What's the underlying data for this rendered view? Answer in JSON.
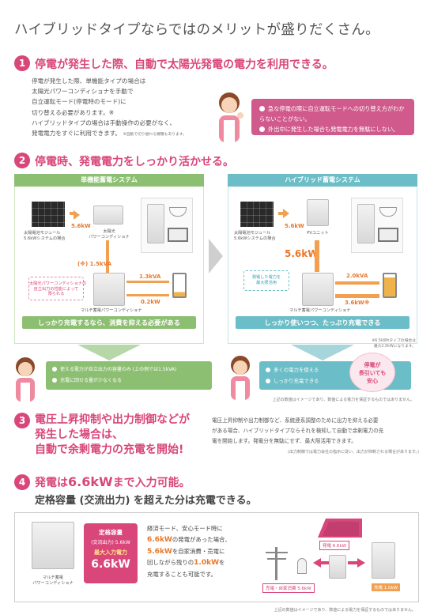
{
  "title": "ハイブリッドタイプならではのメリットが盛りだくさん。",
  "s1": {
    "num": "1",
    "heading": "停電が発生した際、自動で太陽光発電の電力を利用できる。",
    "body": [
      "停電が発生した際、単機能タイプの場合は",
      "太陽光パワーコンディショナを手動で",
      "自立運転モード(停電時のモード)に",
      "切り替える必要があります。※",
      "ハイブリッドタイプの場合は手動操作の必要がなく、",
      "発電電力をすぐに利用できます。"
    ],
    "note": "※自動で切り替わる機種もあります。",
    "benefits": [
      "急な停電の際に自立運転モードへの切り替え方がわからないことがない。",
      "外出中に発生した場合も発電電力を無駄にしない。"
    ]
  },
  "s2": {
    "num": "2",
    "heading": "停電時、発電電力をしっかり活かせる。",
    "left": {
      "header": "単機能蓄電システム",
      "pv_label": [
        "太陽電池モジュール",
        "5.6kWシステムの場合"
      ],
      "pcs_label": [
        "太陽光",
        "パワーコンディショナ"
      ],
      "flow1": "5.6kW",
      "flow2": "(※) 1.5kVA",
      "flow3": "1.3kVA",
      "flow4": "0.2kW",
      "callout": [
        "太陽光パワーコンディショナの",
        "自立出力の性能によって",
        "限られる"
      ],
      "multi_label": "マルチ蓄電パワーコンディショナ",
      "banner": "しっかり充電するなら、消費を抑える必要がある",
      "points": [
        "使える電力が自立出力の容量のみ (上の例では1.5kVA)",
        "充電に回せる量が少なくなる"
      ]
    },
    "right": {
      "header": "ハイブリッド蓄電システム",
      "pv_label": [
        "太陽電池モジュール",
        "5.6kWシステムの場合"
      ],
      "unit_label": "PVユニット",
      "flow1": "5.6kW",
      "flow_big": "5.6kW",
      "flow3": "2.0kVA",
      "flow4": "3.6kW※",
      "callout": [
        "発電した電力を",
        "最大限活用"
      ],
      "multi_label": "マルチ蓄電パワーコンディショナ",
      "banner": "しっかり使いつつ、たっぷり充電できる",
      "side_note": [
        "※6.5kWhタイプの場合は",
        "最大2.5kWになります。"
      ],
      "points": [
        "多くの電力を使える",
        "しっかり充電できる"
      ],
      "bubble": [
        "停電が",
        "長引いても",
        "安心"
      ]
    },
    "footnote": "上記の数値はイメージであり、数値による電力を保証するものではありません。"
  },
  "s3": {
    "num": "3",
    "heading": [
      "電圧上昇抑制や出力制御などが",
      "発生した場合は、",
      "自動で余剰電力の充電を開始!"
    ],
    "body": [
      "電圧上昇抑制や出力制御など、系統連系調整のために出力を抑える必要",
      "がある場合、ハイブリッドタイプならそれを検知して自動で余剰電力の充",
      "電を開始します。発電分を無駄にせず、最大限活用できます。"
    ],
    "note": "(出力制御では電力会社の指示に従い、出力が抑制される場合があります。)"
  },
  "s4": {
    "num": "4",
    "heading_a": "発電は",
    "heading_val": "6.6kW",
    "heading_b": "まで入力可能。",
    "subheading": "定格容量 (交流出力) を超えた分は充電できる。",
    "device_label": [
      "マルチ蓄電",
      "パワーコンディショナ"
    ],
    "spec_title": "定格容量",
    "spec_sub": "(交流出力) 5.6kW",
    "spec_max": "最大入力電力",
    "spec_val": "6.6kW",
    "body": [
      [
        "経済モード、安心モード時に",
        ""
      ],
      [
        "6.6kW",
        "の発電があった場合、"
      ],
      [
        "5.6kW",
        "を自家消費・売電に"
      ],
      [
        "回しながら残りの",
        "1.0kW",
        "を"
      ],
      [
        "充電することも可能です。",
        ""
      ]
    ],
    "gen_label": "発電 6.6kW",
    "use_label": "売電・自家消費 5.6kW",
    "charge_label": "充電 1.0kW",
    "footnote": "上記の数値はイメージであり、数値による電力を保証するものではありません。"
  },
  "colors": {
    "pink": "#d9467a",
    "green": "#8dbf72",
    "teal": "#6bbdc7",
    "orange": "#e8782a"
  }
}
